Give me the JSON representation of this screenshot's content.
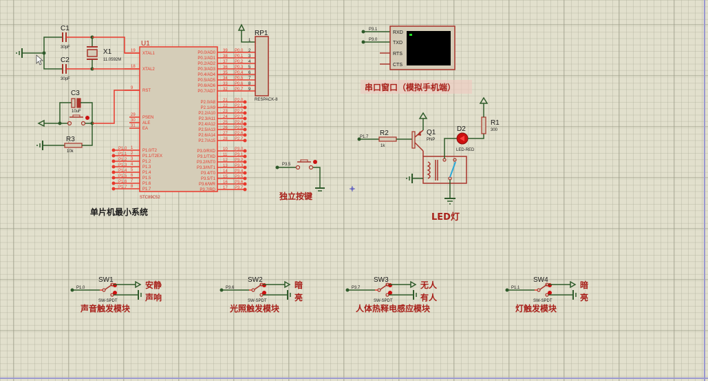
{
  "colors": {
    "wire_red": "#e8392c",
    "wire_green": "#2e5a2a",
    "component_body": "#d5cdb8",
    "component_border": "#a8332a",
    "label_dark": "#1a1a1a",
    "label_red": "#c0281e",
    "led_red": "#cc1010",
    "terminal_screen": "#000000",
    "terminal_cursor": "#22dd22",
    "relay_contact": "#2aa8d8",
    "highlight_bg": "#f0c8c0"
  },
  "mcu": {
    "ref": "U1",
    "part": "STC89C52",
    "left_pins": [
      {
        "num": "19",
        "name": "XTAL1"
      },
      {
        "num": "18",
        "name": "XTAL2"
      },
      {
        "num": "9",
        "name": "RST"
      },
      {
        "num": "29",
        "name": "PSEN"
      },
      {
        "num": "30",
        "name": "ALE"
      },
      {
        "num": "31",
        "name": "EA"
      },
      {
        "num": "1",
        "name": "P1.0/T2",
        "net": "P1.0"
      },
      {
        "num": "2",
        "name": "P1.1/T2EX",
        "net": "P1.1"
      },
      {
        "num": "3",
        "name": "P1.2",
        "net": "P1.2"
      },
      {
        "num": "4",
        "name": "P1.3",
        "net": "P1.3"
      },
      {
        "num": "5",
        "name": "P1.4",
        "net": "P1.4"
      },
      {
        "num": "6",
        "name": "P1.5",
        "net": "P1.5"
      },
      {
        "num": "7",
        "name": "P1.6",
        "net": "P1.6"
      },
      {
        "num": "8",
        "name": "P1.7",
        "net": "P1.7"
      }
    ],
    "right_pins_p0": [
      {
        "num": "39",
        "name": "P0.0/AD0",
        "net": "P0.0"
      },
      {
        "num": "38",
        "name": "P0.1/AD1",
        "net": "P0.1"
      },
      {
        "num": "37",
        "name": "P0.2/AD2",
        "net": "P0.2"
      },
      {
        "num": "36",
        "name": "P0.3/AD3",
        "net": "P0.3"
      },
      {
        "num": "35",
        "name": "P0.4/AD4",
        "net": "P0.4"
      },
      {
        "num": "34",
        "name": "P0.5/AD5",
        "net": "P0.5"
      },
      {
        "num": "33",
        "name": "P0.6/AD6",
        "net": "P0.6"
      },
      {
        "num": "32",
        "name": "P0.7/AD7",
        "net": "P0.7"
      }
    ],
    "right_pins_p2": [
      {
        "num": "21",
        "name": "P2.0/A8",
        "net": "P2.0"
      },
      {
        "num": "22",
        "name": "P2.1/A9",
        "net": "P2.1"
      },
      {
        "num": "23",
        "name": "P2.2/A10",
        "net": "P2.2"
      },
      {
        "num": "24",
        "name": "P2.3/A11",
        "net": "P2.3"
      },
      {
        "num": "25",
        "name": "P2.4/A12",
        "net": "P2.4"
      },
      {
        "num": "26",
        "name": "P2.5/A13",
        "net": "P2.5"
      },
      {
        "num": "27",
        "name": "P2.6/A14",
        "net": "P2.6"
      },
      {
        "num": "28",
        "name": "P2.7/A15",
        "net": "P2.7"
      }
    ],
    "right_pins_p3": [
      {
        "num": "10",
        "name": "P3.0/RXD",
        "net": "P3.0"
      },
      {
        "num": "11",
        "name": "P3.1/TXD",
        "net": "P3.1"
      },
      {
        "num": "12",
        "name": "P3.2/INT0",
        "net": "P3.2"
      },
      {
        "num": "13",
        "name": "P3.3/INT1",
        "net": "P3.3"
      },
      {
        "num": "14",
        "name": "P3.4/T0",
        "net": "P3.4"
      },
      {
        "num": "15",
        "name": "P3.5/T1",
        "net": "P3.5"
      },
      {
        "num": "16",
        "name": "P3.6/WR",
        "net": "P3.6"
      },
      {
        "num": "17",
        "name": "P3.7/RD",
        "net": "P3.7"
      }
    ]
  },
  "components": {
    "c1": {
      "ref": "C1",
      "value": "30pF"
    },
    "c2": {
      "ref": "C2",
      "value": "30pF"
    },
    "c3": {
      "ref": "C3",
      "value": "10uF"
    },
    "x1": {
      "ref": "X1",
      "value": "11.0592M"
    },
    "r3": {
      "ref": "R3",
      "value": "10k"
    },
    "rp1": {
      "ref": "RP1",
      "value": "RESPACK-8",
      "pins": [
        "1",
        "2",
        "3",
        "4",
        "5",
        "6",
        "7",
        "8",
        "9"
      ]
    },
    "r2": {
      "ref": "R2",
      "value": "1k",
      "net": "P1.7"
    },
    "q1": {
      "ref": "Q1",
      "value": "PNP"
    },
    "d2": {
      "ref": "D2",
      "value": "LED-RED"
    },
    "r1": {
      "ref": "R1",
      "value": "300"
    },
    "button": {
      "net": "P3.5"
    }
  },
  "terminal": {
    "pins": [
      "RXD",
      "TXD",
      "RTS",
      "CTS"
    ],
    "nets": [
      "P3.1",
      "P3.0"
    ]
  },
  "switches": [
    {
      "ref": "SW1",
      "part": "SW-SPDT",
      "net": "P1.0",
      "top": "安静",
      "bottom": "声响",
      "caption": "声音触发模块"
    },
    {
      "ref": "SW2",
      "part": "SW-SPDT",
      "net": "P3.6",
      "top": "暗",
      "bottom": "亮",
      "caption": "光照触发模块"
    },
    {
      "ref": "SW3",
      "part": "SW-SPDT",
      "net": "P3.7",
      "top": "无人",
      "bottom": "有人",
      "caption": "人体热释电感应模块"
    },
    {
      "ref": "SW4",
      "part": "SW-SPDT",
      "net": "P1.1",
      "top": "暗",
      "bottom": "亮",
      "caption": "灯触发模块"
    }
  ],
  "captions": {
    "mcu_system": "单片机最小系统",
    "serial": "串口窗口（模拟手机端）",
    "button": "独立按键",
    "led": "LED灯"
  }
}
